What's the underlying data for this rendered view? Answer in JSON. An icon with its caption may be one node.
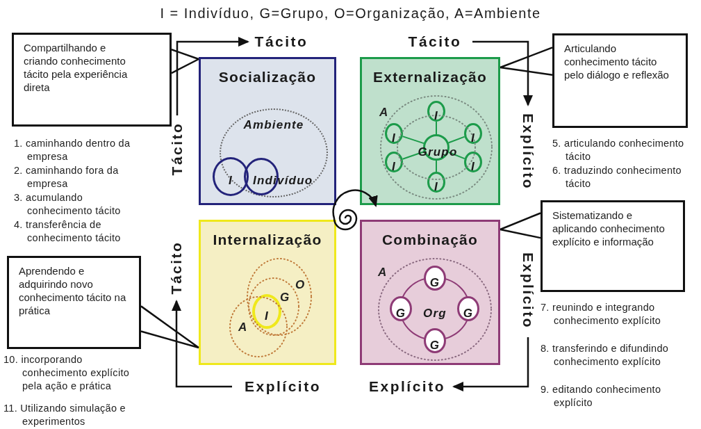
{
  "diagram": {
    "title": "I = Indivíduo, G=Grupo, O=Organização, A=Ambiente",
    "nodes": [
      {
        "text": [
          "Socialização"
        ]
      },
      {
        "text": [
          "Ambiente"
        ],
        "in": 0
      },
      {
        "text": [
          "I"
        ],
        "in": 1
      },
      {
        "text": [
          "Indivíduo"
        ],
        "in": 1
      },
      {
        "text": [
          "Externalização"
        ]
      },
      {
        "text": [
          "Grupo"
        ],
        "in": 4
      },
      {
        "text": [
          "I"
        ],
        "in": 4
      },
      {
        "text": [
          "I"
        ],
        "in": 4
      },
      {
        "text": [
          "I"
        ],
        "in": 4
      },
      {
        "text": [
          "I"
        ],
        "in": 4
      },
      {
        "text": [
          "I"
        ],
        "in": 4
      },
      {
        "text": [
          "I"
        ],
        "in": 4
      },
      {
        "text": [
          "Internalização"
        ]
      },
      {
        "text": [
          "I"
        ],
        "in": 12
      },
      {
        "text": [
          "Combinação"
        ]
      },
      {
        "text": [
          "Org"
        ],
        "in": 14
      },
      {
        "text": [
          "G"
        ],
        "in": 14
      },
      {
        "text": [
          "G"
        ],
        "in": 14
      },
      {
        "text": [
          "G"
        ],
        "in": 14
      },
      {
        "text": [
          "G"
        ],
        "in": 14
      },
      {
        "text": [
          "Compartilhando e criando conhecimento tácito pela experiência direta"
        ]
      },
      {
        "text": [
          "Articulando conhecimento tácito pelo diálogo e reflexão"
        ]
      },
      {
        "text": [
          "Sistematizando e aplicando conhecimento explícito e informação"
        ]
      },
      {
        "text": [
          "Aprendendo e adquirindo novo conhecimento tácito na prática"
        ]
      },
      {
        "text": [
          "Tácito"
        ]
      },
      {
        "text": [
          "Tácito"
        ]
      },
      {
        "text": [
          "Tácito"
        ]
      },
      {
        "text": [
          "Explícito"
        ]
      },
      {
        "text": [
          "Tácito"
        ]
      },
      {
        "text": [
          "Explícito"
        ]
      },
      {
        "text": [
          "Explícito"
        ]
      },
      {
        "text": [
          "Explícito"
        ]
      }
    ],
    "edges": [
      {
        "from": 20,
        "to": 0,
        "arrow": "none"
      },
      {
        "from": 21,
        "to": 4,
        "arrow": "none"
      },
      {
        "from": 22,
        "to": 14,
        "arrow": "none"
      },
      {
        "from": 23,
        "to": 12,
        "arrow": "none"
      },
      {
        "from": 26,
        "to": 24,
        "arrow": "to"
      },
      {
        "from": 25,
        "to": 27,
        "arrow": "to"
      },
      {
        "from": 29,
        "to": 31,
        "arrow": "to"
      },
      {
        "from": 30,
        "to": 28,
        "arrow": "to"
      },
      {
        "from": 5,
        "to": 6,
        "arrow": "none",
        "color": "#1c9b4a"
      },
      {
        "from": 5,
        "to": 7,
        "arrow": "none",
        "color": "#1c9b4a"
      },
      {
        "from": 5,
        "to": 8,
        "arrow": "none",
        "color": "#1c9b4a"
      },
      {
        "from": 5,
        "to": 9,
        "arrow": "none",
        "color": "#1c9b4a"
      },
      {
        "from": 5,
        "to": 10,
        "arrow": "none",
        "color": "#1c9b4a"
      },
      {
        "from": 5,
        "to": 11,
        "arrow": "none",
        "color": "#1c9b4a"
      }
    ],
    "labels": [
      "1. caminhando dentro da empresa",
      "2. caminhando fora da empresa",
      "3. acumulando conhecimento tácito",
      "4. transferência de conhecimento tácito",
      "A",
      "5. articulando conhecimento tácito",
      "6. traduzindo conhecimento tácito",
      "G",
      "O",
      "A",
      "A",
      "7. reunindo e integrando conhecimento explícito",
      "8. transferindo e difundindo conhecimento explícito",
      "9. editando conhecimento explícito",
      "10. incorporando conhecimento explícito pela ação e prática",
      "11. Utilizando simulação e experimentos"
    ]
  }
}
